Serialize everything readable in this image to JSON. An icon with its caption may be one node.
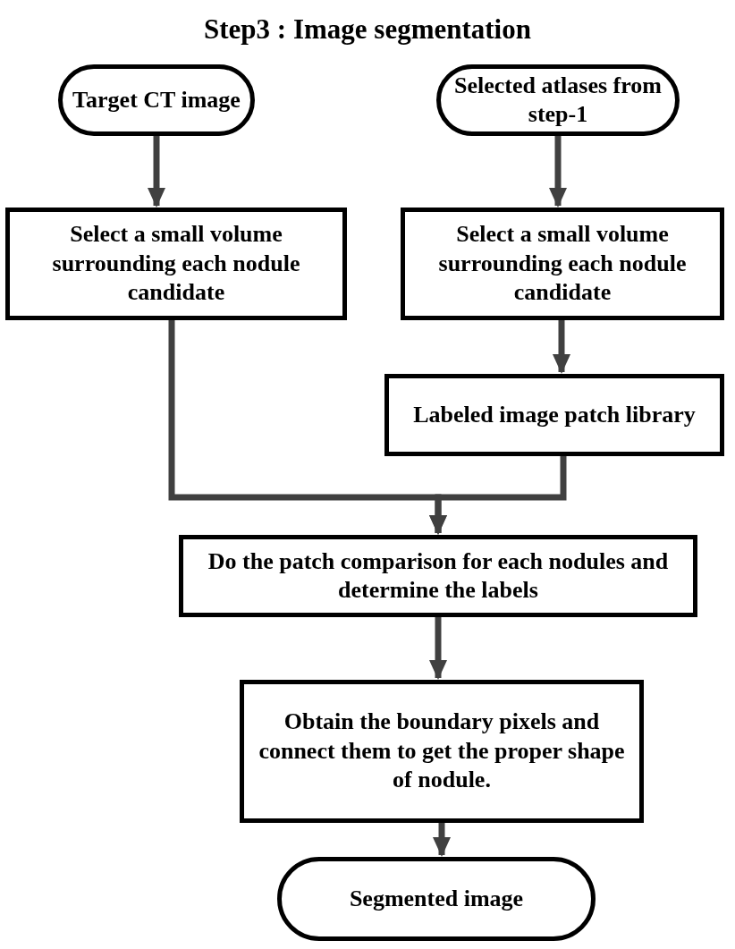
{
  "diagram": {
    "title": "Step3 : Image segmentation",
    "nodes": [
      {
        "text": [
          "Target CT image"
        ]
      },
      {
        "text": [
          "Selected atlases from step-1"
        ]
      },
      {
        "text": [
          "Select a small volume surrounding each nodule candidate"
        ]
      },
      {
        "text": [
          "Select a small volume surrounding each nodule candidate"
        ]
      },
      {
        "text": [
          "Labeled image patch library"
        ]
      },
      {
        "text": [
          "Do the patch comparison for each nodules and determine the labels"
        ]
      },
      {
        "text": [
          "Obtain the boundary pixels and connect them to get the proper shape of nodule."
        ]
      },
      {
        "text": [
          "Segmented image"
        ]
      }
    ],
    "edges": [
      {
        "from": 0,
        "to": 2,
        "arrow": "to"
      },
      {
        "from": 1,
        "to": 3,
        "arrow": "to"
      },
      {
        "from": 3,
        "to": 4,
        "arrow": "to"
      },
      {
        "from": 2,
        "to": 5,
        "arrow": "to"
      },
      {
        "from": 4,
        "to": 5,
        "arrow": "to"
      },
      {
        "from": 5,
        "to": 6,
        "arrow": "to"
      },
      {
        "from": 6,
        "to": 7,
        "arrow": "to"
      }
    ]
  }
}
